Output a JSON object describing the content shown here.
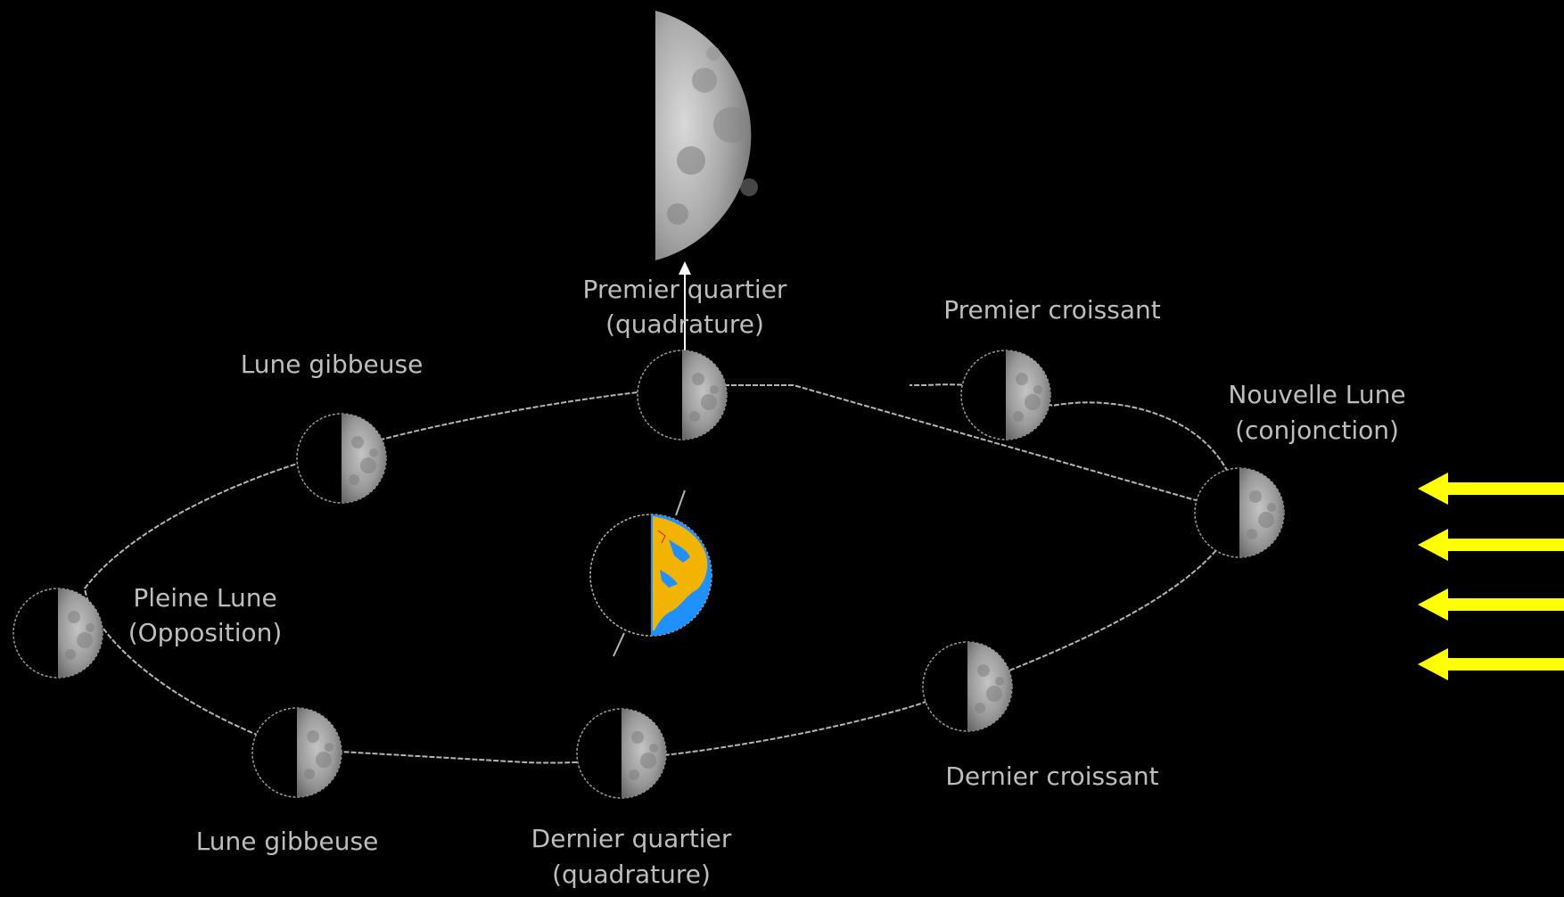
{
  "diagram": {
    "labels": {
      "premier_quartier": [
        "Premier quartier",
        "(quadrature)"
      ],
      "premier_croissant": [
        "Premier croissant"
      ],
      "lune_gibbeuse_top": [
        "Lune gibbeuse"
      ],
      "nouvelle_lune": [
        "Nouvelle Lune",
        "(conjonction)"
      ],
      "pleine_lune": [
        "Pleine Lune",
        "(Opposition)"
      ],
      "dernier_croissant": [
        "Dernier croissant"
      ],
      "lune_gibbeuse_bottom": [
        "Lune gibbeuse"
      ],
      "dernier_quartier": [
        "Dernier quartier",
        "(quadrature)"
      ]
    },
    "sunlight_arrows": 4,
    "colors": {
      "background": "#000000",
      "orbit": "#b5b5b5",
      "label": "#bdbdbd",
      "sunlight": "#ffff00",
      "ocean": "#1e90ff",
      "land": "#f2b400",
      "moon_lit": "#9a9a9a"
    },
    "icons": [
      "moon-phase-icon",
      "earth-icon",
      "sunlight-arrow-icon"
    ]
  }
}
